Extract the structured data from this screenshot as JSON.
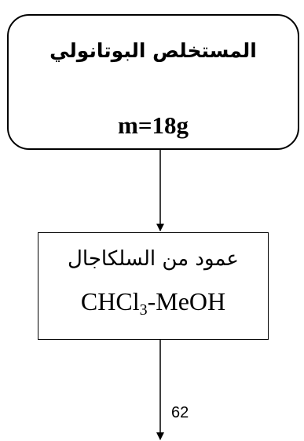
{
  "nodes": {
    "extract": {
      "title": "المستخلص البوتانولي",
      "mass": "m=18g"
    },
    "column": {
      "title": "عمود من السلكاجال",
      "formula_prefix": "CHCl",
      "formula_subscript": "3",
      "formula_suffix": "-MeOH"
    }
  },
  "edges": {
    "column_to_fractions": {
      "label": "62"
    }
  },
  "colors": {
    "stroke": "#000000",
    "background": "#ffffff"
  }
}
